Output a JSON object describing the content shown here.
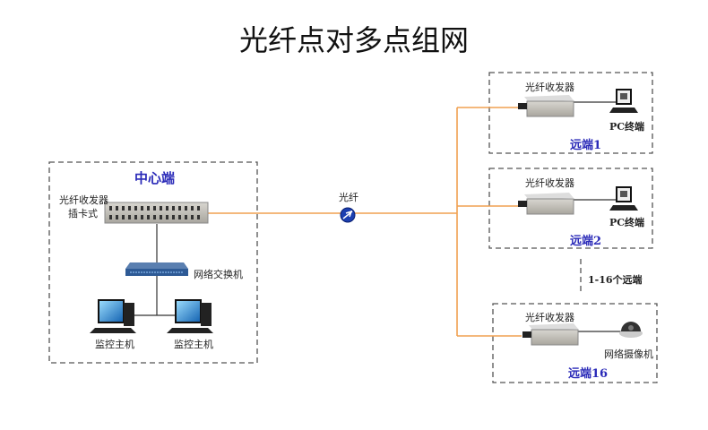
{
  "title": "光纤点对多点组网",
  "center": {
    "heading": "中心端",
    "chassis_label_1": "光纤收发器",
    "chassis_label_2": "插卡式",
    "switch_label": "网络交换机",
    "host_label_1": "监控主机",
    "host_label_2": "监控主机"
  },
  "fiber_label": "光纤",
  "remotes": [
    {
      "transceiver": "光纤收发器",
      "device": "PC终端",
      "name": "远端1"
    },
    {
      "transceiver": "光纤收发器",
      "device": "PC终端",
      "name": "远端2"
    },
    {
      "transceiver": "光纤收发器",
      "device": "网络摄像机",
      "name": "远端16"
    }
  ],
  "range_label": "1-16个远端",
  "colors": {
    "fiber": "#f0a050",
    "label_blue": "#2a2ab8"
  }
}
